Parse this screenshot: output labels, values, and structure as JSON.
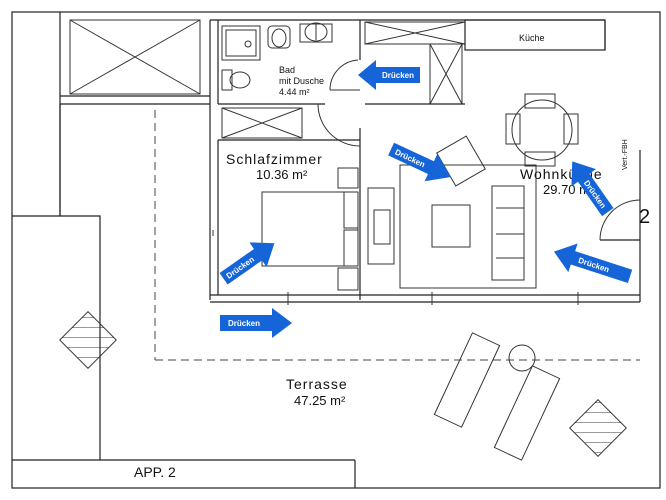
{
  "rooms": {
    "bad": {
      "name": "Bad",
      "name2": "mit Dusche",
      "area": "4.44 m²"
    },
    "schlafzimmer": {
      "name": "Schlafzimmer",
      "area": "10.36 m²"
    },
    "wohnkueche": {
      "name": "Wohnküche",
      "area": "29.70 m²"
    },
    "kueche": {
      "name": "Küche"
    },
    "terrasse": {
      "name": "Terrasse",
      "area": "47.25 m²"
    }
  },
  "labels": {
    "apartment": "APP. 2",
    "number": "2",
    "vert_fbh": "Vert.-FBH"
  },
  "arrows": {
    "label": "Drücken",
    "color": "#1565d8"
  }
}
